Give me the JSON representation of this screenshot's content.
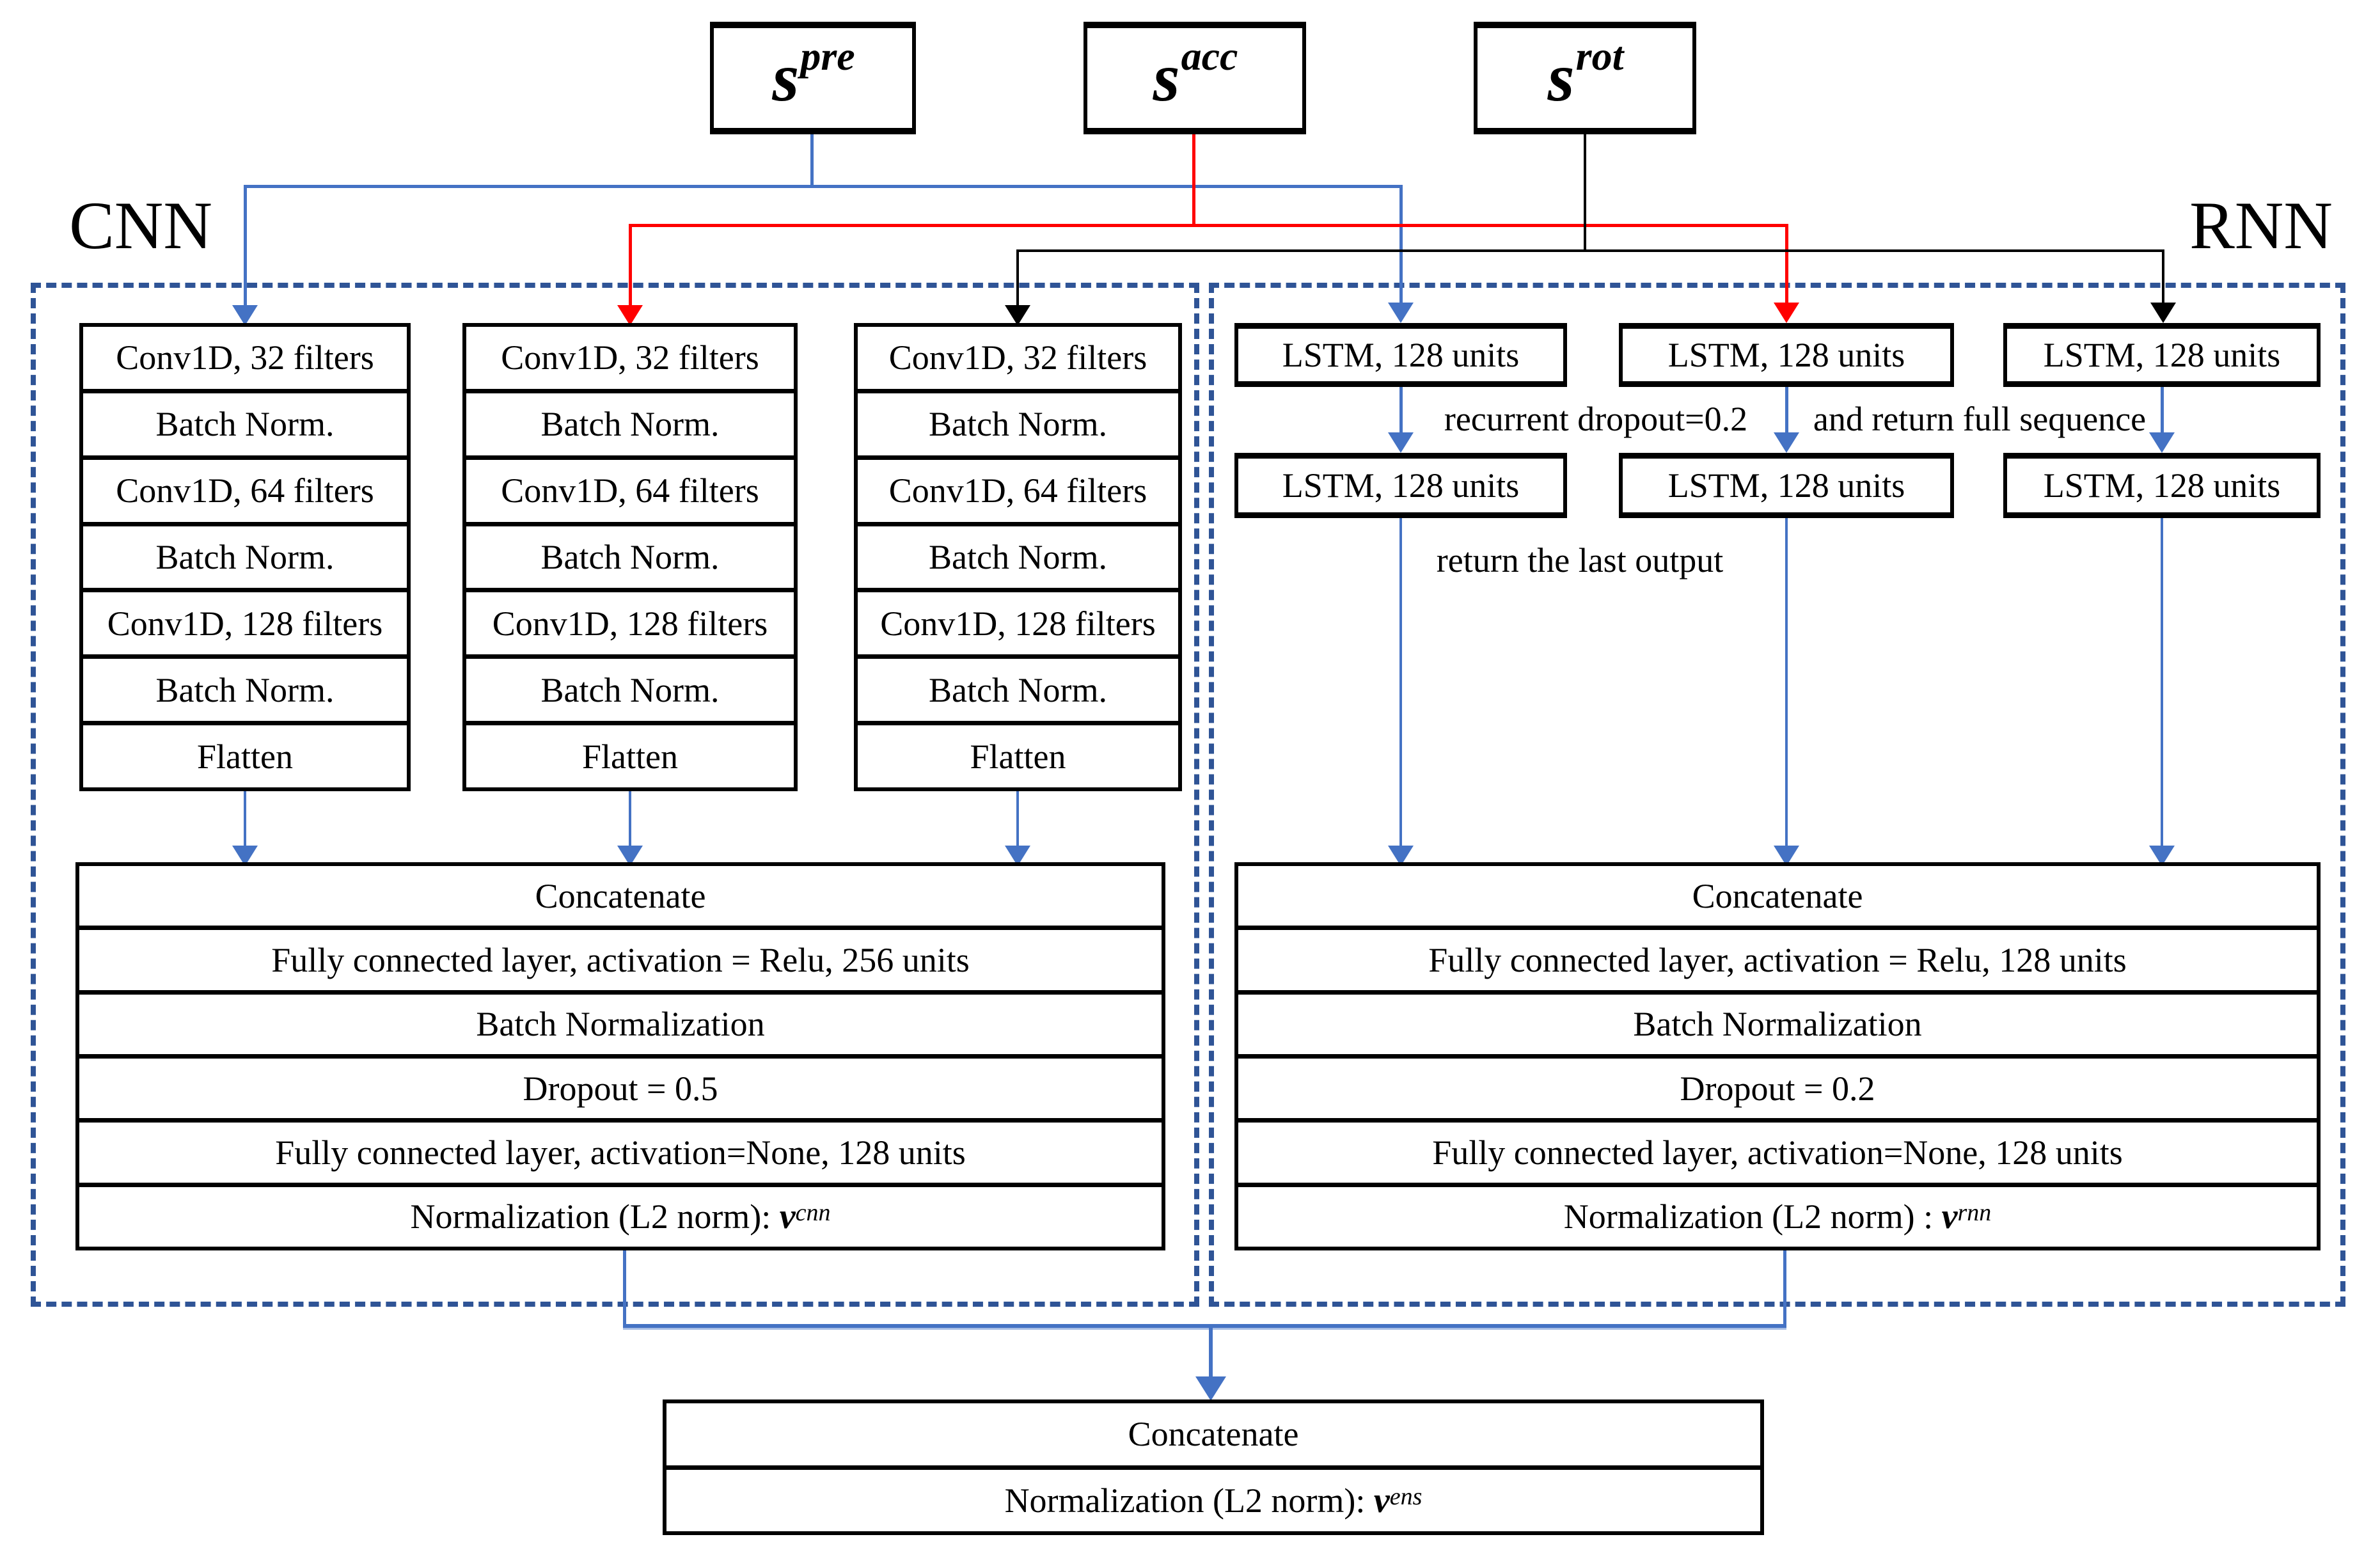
{
  "inputs": [
    {
      "base": "s",
      "sup": "pre"
    },
    {
      "base": "s",
      "sup": "acc"
    },
    {
      "base": "s",
      "sup": "rot"
    }
  ],
  "section_labels": {
    "left": "CNN",
    "right": "RNN"
  },
  "cnn": {
    "rows": [
      "Conv1D, 32 filters",
      "Batch Norm.",
      "Conv1D, 64 filters",
      "Batch Norm.",
      "Conv1D, 128 filters",
      "Batch Norm.",
      "Flatten"
    ]
  },
  "rnn": {
    "lstm_label": "LSTM, 128 units",
    "note_dropout": "recurrent dropout=0.2",
    "note_sequence": "and return full sequence",
    "note_last_output": "return the last output"
  },
  "cnn_block": {
    "rows": [
      "Concatenate",
      "Fully connected layer, activation = Relu, 256 units",
      "Batch Normalization",
      "Dropout = 0.5",
      "Fully connected layer, activation=None, 128 units"
    ],
    "l2": {
      "prefix": "Normalization (L2 norm): ",
      "var": "v",
      "sup": "cnn"
    }
  },
  "rnn_block": {
    "rows": [
      "Concatenate",
      "Fully connected layer, activation = Relu, 128 units",
      "Batch Normalization",
      "Dropout = 0.2",
      "Fully connected layer, activation=None, 128 units"
    ],
    "l2": {
      "prefix": "Normalization (L2 norm) : ",
      "var": "v",
      "sup": "rnn"
    }
  },
  "output_block": {
    "concatenate": "Concatenate",
    "l2": {
      "prefix": "Normalization (L2 norm): ",
      "var": "v",
      "sup": "ens"
    }
  },
  "colors": {
    "line_blue": "#4472C4",
    "line_red": "#FF0000",
    "line_black": "#000000",
    "dashed_border": "#2F5496"
  }
}
